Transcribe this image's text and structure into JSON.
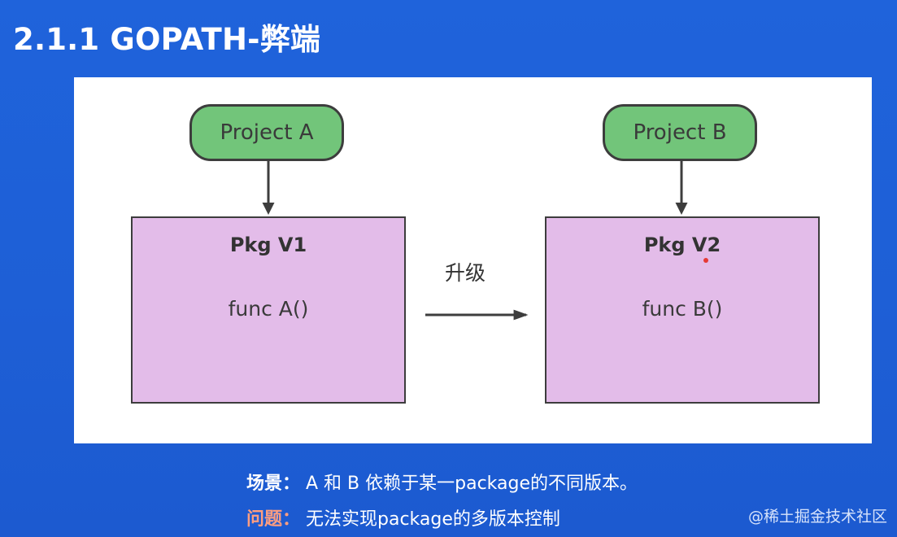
{
  "slide": {
    "title": "2.1.1 GOPATH-弊端"
  },
  "diagram": {
    "project_a": {
      "label": "Project A"
    },
    "project_b": {
      "label": "Project B"
    },
    "pkg_v1": {
      "title": "Pkg V1",
      "func": "func A()"
    },
    "pkg_v2": {
      "title": "Pkg V2",
      "func": "func B()"
    },
    "upgrade_label": "升级",
    "colors": {
      "project_fill": "#72c57a",
      "pkg_fill": "#e3bce9",
      "stroke": "#3d3d3d",
      "background": "#1f63db"
    }
  },
  "captions": {
    "scene_key": "场景：",
    "scene_text": "A 和 B 依赖于某一package的不同版本。",
    "problem_key": "问题：",
    "problem_text": "无法实现package的多版本控制"
  },
  "watermark": "@稀土掘金技术社区"
}
